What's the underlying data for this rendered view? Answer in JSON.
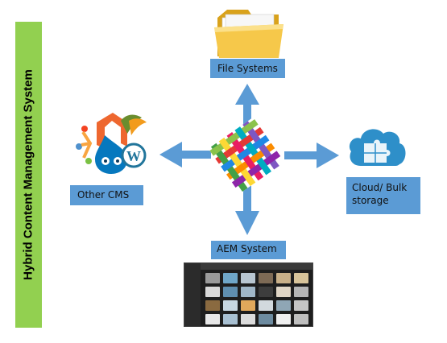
{
  "sidebar": {
    "title": "Hybrid Content Management System"
  },
  "nodes": {
    "file_systems": {
      "label": "File Systems",
      "icon": "folder-icon"
    },
    "other_cms": {
      "label": "Other CMS",
      "icon": "cms-logos-icon"
    },
    "cloud": {
      "label_line1": "Cloud/ Bulk",
      "label_line2": "storage",
      "icon": "cloud-puzzle-icon"
    },
    "aem": {
      "label": "AEM System",
      "icon": "aem-screenshot"
    }
  },
  "hub": {
    "icon": "woven-hub-logo-icon"
  },
  "colors": {
    "sidebar": "#92d050",
    "label_bg": "#5b9bd5",
    "arrow": "#5b9bd5",
    "cloud": "#2e8fc9",
    "folder": "#f5c242"
  }
}
